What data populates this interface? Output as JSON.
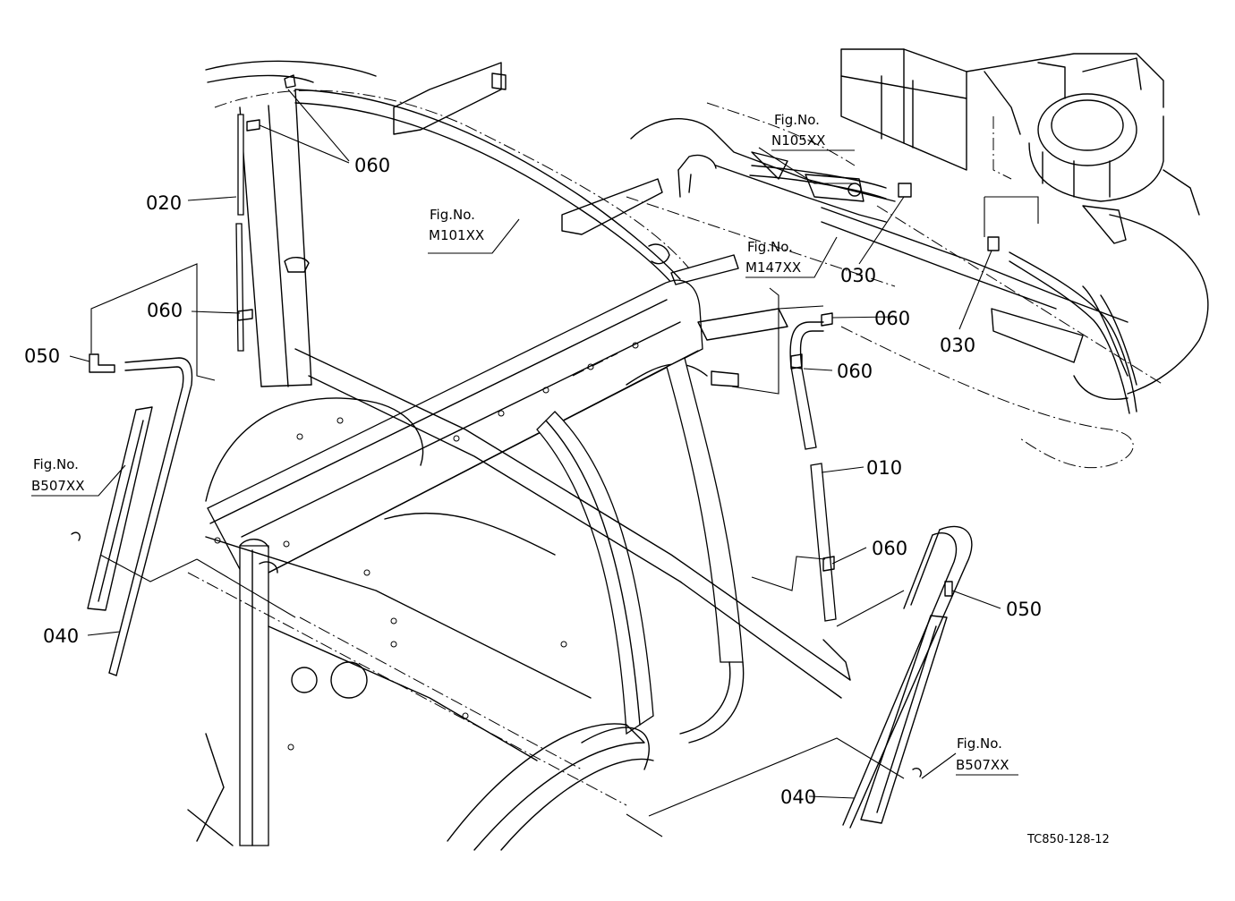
{
  "parts": {
    "p010": "010",
    "p020": "020",
    "p030a": "030",
    "p030b": "030",
    "p040a": "040",
    "p040b": "040",
    "p050a": "050",
    "p050b": "050",
    "p060a": "060",
    "p060b": "060",
    "p060c": "060",
    "p060d": "060",
    "p060e": "060"
  },
  "figrefs": {
    "n105": {
      "prefix": "Fig.No.",
      "code": "N105XX"
    },
    "m101": {
      "prefix": "Fig.No.",
      "code": "M101XX"
    },
    "m147": {
      "prefix": "Fig.No.",
      "code": "M147XX"
    },
    "b507a": {
      "prefix": "Fig.No.",
      "code": "B507XX"
    },
    "b507b": {
      "prefix": "Fig.No.",
      "code": "B507XX"
    }
  },
  "drawing_code": "TC850-128-12"
}
